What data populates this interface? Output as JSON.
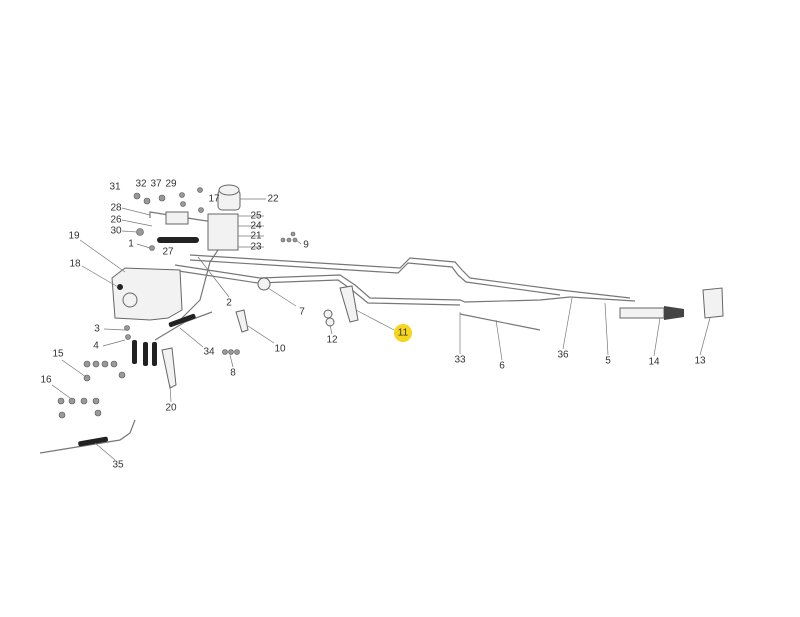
{
  "diagram": {
    "highlight_color": "#f5d51e",
    "highlighted_callout": "11",
    "callouts": [
      "31",
      "32",
      "37",
      "29",
      "17",
      "22",
      "28",
      "25",
      "26",
      "24",
      "30",
      "21",
      "23",
      "1",
      "27",
      "9",
      "19",
      "18",
      "2",
      "7",
      "3",
      "4",
      "34",
      "10",
      "8",
      "15",
      "16",
      "20",
      "35",
      "12",
      "11",
      "33",
      "6",
      "36",
      "5",
      "14",
      "13"
    ]
  }
}
